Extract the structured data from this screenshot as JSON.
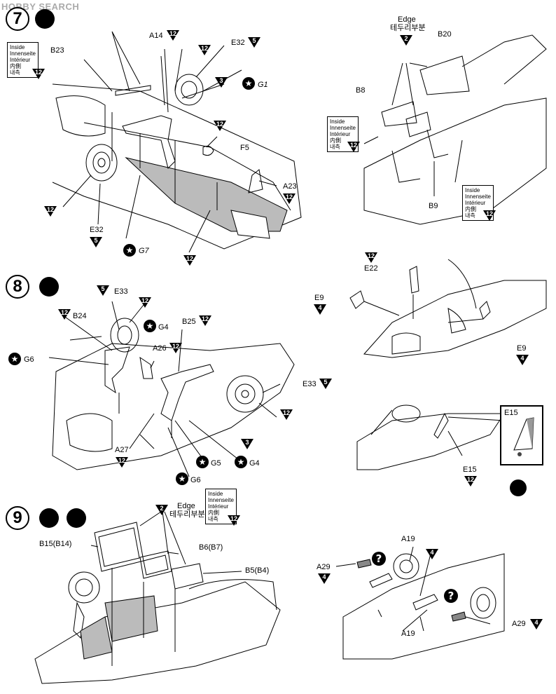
{
  "watermark": "HOBBY SEARCH",
  "steps": [
    {
      "number": "7"
    },
    {
      "number": "8"
    },
    {
      "number": "9"
    }
  ],
  "notes": {
    "inside_lines": [
      "Inside",
      "Innenseite",
      "Intérieur",
      "内側",
      "내측"
    ],
    "edge_lines": [
      "Edge",
      "테두리부분"
    ],
    "color_code": "12"
  },
  "parts": {
    "s7": {
      "b23": "B23",
      "a14": "A14",
      "e32_top": "E32",
      "g1": "G1",
      "f5": "F5",
      "a23": "A23",
      "e32_bot": "E32",
      "g7": "G7",
      "b20": "B20",
      "b8": "B8",
      "b9": "B9"
    },
    "s8": {
      "e33_top": "E33",
      "b24": "B24",
      "g4_top": "G4",
      "g6": "G6",
      "a26": "A26",
      "b25": "B25",
      "e33_right": "E33",
      "a27": "A27",
      "g5": "G5",
      "g4_bot": "G4",
      "g6_bot": "G6",
      "e22": "E22",
      "e9_left": "E9",
      "e9_right": "E9",
      "e15": "E15",
      "e15_inset": "E15"
    },
    "s9": {
      "b15": "B15(B14)",
      "b6": "B6(B7)",
      "b5": "B5(B4)",
      "a19_top": "A19",
      "a29_left": "A29",
      "a19_bot": "A19",
      "a29_right": "A29"
    }
  },
  "codes": {
    "c12": "12",
    "c5": "5",
    "c3": "3",
    "c2": "2",
    "c4": "4"
  },
  "glyphs": {
    "star": "★",
    "question": "?"
  }
}
